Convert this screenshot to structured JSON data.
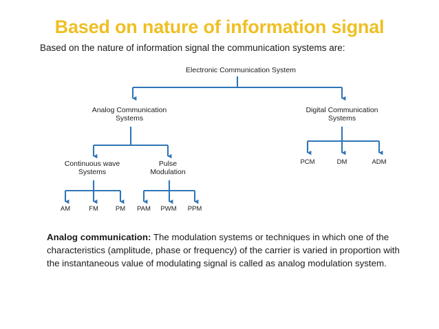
{
  "slide": {
    "title": "Based on nature of information signal",
    "title_color": "#EFBF23",
    "intro": "Based on the nature of information signal the communication systems are:",
    "accent_color": "#2E75B6",
    "text_color": "#1a1a1a",
    "background": "#ffffff"
  },
  "diagram": {
    "type": "tree",
    "root": "Electronic Communication System",
    "level2": {
      "analog": "Analog Communication\nSystems",
      "digital": "Digital Communication\nSystems"
    },
    "level3": {
      "continuous_wave": "Continuous wave\nSystems",
      "pulse_modulation": "Pulse\nModulation"
    },
    "leaves": {
      "continuous_wave": [
        "AM",
        "FM",
        "PM"
      ],
      "pulse_modulation": [
        "PAM",
        "PWM",
        "PPM"
      ],
      "digital": [
        "PCM",
        "DM",
        "ADM"
      ]
    }
  },
  "paragraph": {
    "lead": "Analog communication:",
    "body": " The modulation systems or  techniques in which one of the characteristics (amplitude, phase or frequency) of the carrier is varied in proportion with the instantaneous value of modulating signal is called as analog modulation system."
  }
}
